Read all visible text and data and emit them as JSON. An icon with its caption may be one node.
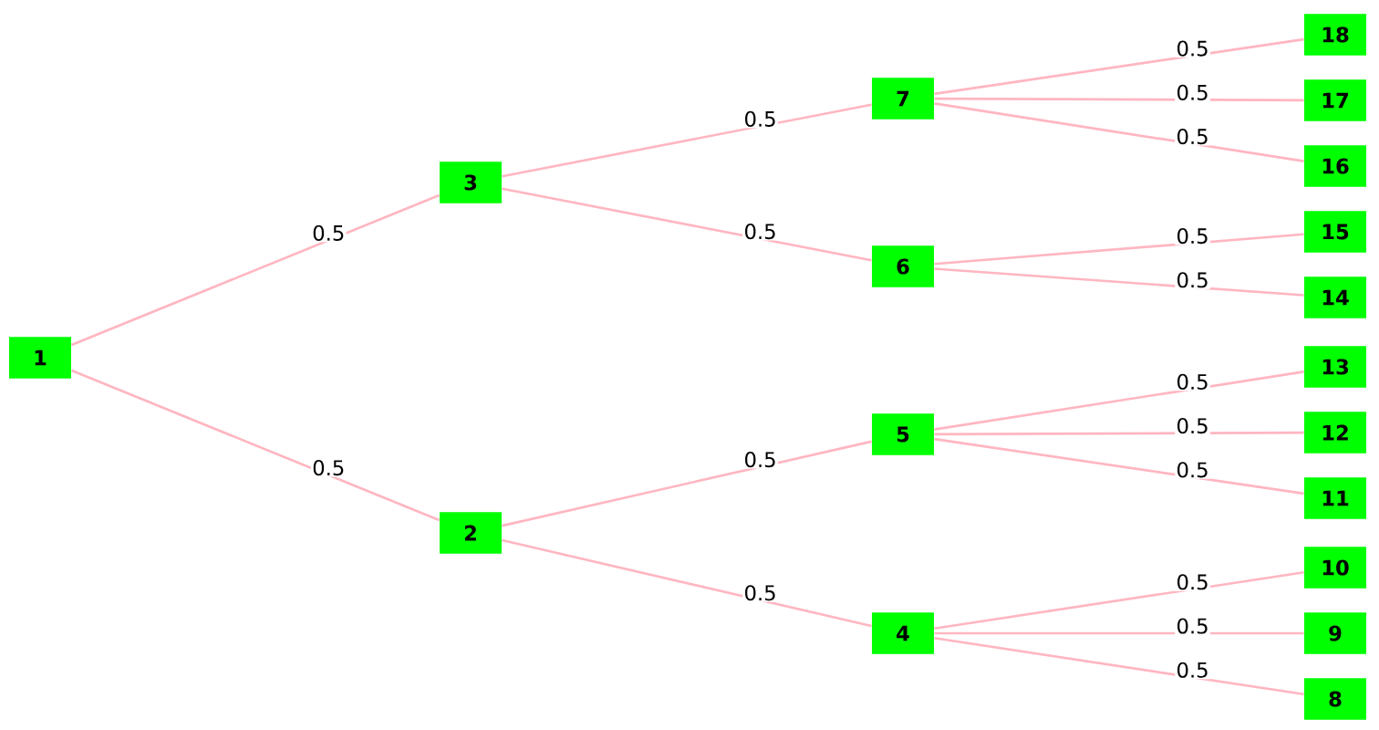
{
  "diagram": {
    "nodes": [
      {
        "text": [
          "1"
        ]
      },
      {
        "text": [
          "3"
        ]
      },
      {
        "text": [
          "2"
        ]
      },
      {
        "text": [
          "7"
        ]
      },
      {
        "text": [
          "6"
        ]
      },
      {
        "text": [
          "5"
        ]
      },
      {
        "text": [
          "4"
        ]
      },
      {
        "text": [
          "18"
        ]
      },
      {
        "text": [
          "17"
        ]
      },
      {
        "text": [
          "16"
        ]
      },
      {
        "text": [
          "15"
        ]
      },
      {
        "text": [
          "14"
        ]
      },
      {
        "text": [
          "13"
        ]
      },
      {
        "text": [
          "12"
        ]
      },
      {
        "text": [
          "11"
        ]
      },
      {
        "text": [
          "10"
        ]
      },
      {
        "text": [
          "9"
        ]
      },
      {
        "text": [
          "8"
        ]
      }
    ],
    "edges": [
      {
        "from": 0,
        "to": 1,
        "arrow": "none",
        "label": "0.5"
      },
      {
        "from": 0,
        "to": 2,
        "arrow": "none",
        "label": "0.5"
      },
      {
        "from": 1,
        "to": 3,
        "arrow": "none",
        "label": "0.5"
      },
      {
        "from": 1,
        "to": 4,
        "arrow": "none",
        "label": "0.5"
      },
      {
        "from": 2,
        "to": 5,
        "arrow": "none",
        "label": "0.5"
      },
      {
        "from": 2,
        "to": 6,
        "arrow": "none",
        "label": "0.5"
      },
      {
        "from": 3,
        "to": 7,
        "arrow": "none",
        "label": "0.5"
      },
      {
        "from": 3,
        "to": 8,
        "arrow": "none",
        "label": "0.5"
      },
      {
        "from": 3,
        "to": 9,
        "arrow": "none",
        "label": "0.5"
      },
      {
        "from": 4,
        "to": 10,
        "arrow": "none",
        "label": "0.5"
      },
      {
        "from": 4,
        "to": 11,
        "arrow": "none",
        "label": "0.5"
      },
      {
        "from": 5,
        "to": 12,
        "arrow": "none",
        "label": "0.5"
      },
      {
        "from": 5,
        "to": 13,
        "arrow": "none",
        "label": "0.5"
      },
      {
        "from": 5,
        "to": 14,
        "arrow": "none",
        "label": "0.5"
      },
      {
        "from": 6,
        "to": 15,
        "arrow": "none",
        "label": "0.5"
      },
      {
        "from": 6,
        "to": 16,
        "arrow": "none",
        "label": "0.5"
      },
      {
        "from": 6,
        "to": 17,
        "arrow": "none",
        "label": "0.5"
      }
    ]
  }
}
